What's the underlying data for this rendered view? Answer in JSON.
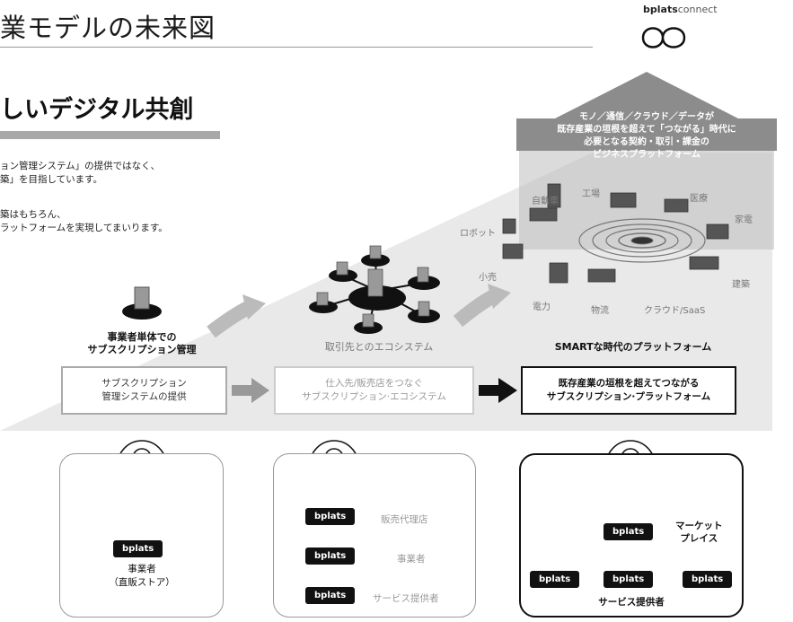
{
  "header": {
    "title": "業モデルの未来図",
    "logo_brand": "bplats",
    "logo_suffix": "connect"
  },
  "intro": {
    "subtitle": "しいデジタル共創",
    "line1": "ョン管理システム」の提供ではなく、",
    "line2": "築」を目指しています。",
    "line3": "築はもちろん、",
    "line4": "ラットフォームを実現してまいります。"
  },
  "big_arrow": {
    "line1": "モノ／通信／クラウド／データが",
    "line2": "既存産業の垣根を超えて「つながる」時代に",
    "line3": "必要となる契約・取引・課金の",
    "line4": "ビジネスプラットフォーム"
  },
  "industries": {
    "car": "自動車",
    "factory": "工場",
    "medical": "医療",
    "appliance": "家電",
    "robot": "ロボット",
    "retail": "小売",
    "power": "電力",
    "logistics": "物流",
    "cloud": "クラウド/SaaS",
    "construction": "建築"
  },
  "stages": [
    {
      "title_line1": "事業者単体での",
      "title_line2": "サブスクリプション管理",
      "box_line1": "サブスクリプション",
      "box_line2": "管理システムの提供"
    },
    {
      "title_line1": "取引先とのエコシステム",
      "title_line2": "",
      "box_line1": "仕入先/販売店をつなぐ",
      "box_line2": "サブスクリプション·エコシステム"
    },
    {
      "title_line1": "SMARTな時代のプラットフォーム",
      "title_line2": "",
      "box_line1": "既存産業の垣根を超えてつながる",
      "box_line2": "サブスクリプション·プラットフォーム"
    }
  ],
  "cards": {
    "card1": {
      "pill": "bplats",
      "caption_line1": "事業者",
      "caption_line2": "（直販ストア）"
    },
    "card2": {
      "pill": "bplats",
      "role1": "販売代理店",
      "role2": "事業者",
      "role3": "サービス提供者"
    },
    "card3": {
      "pill": "bplats",
      "market_line1": "マーケット",
      "market_line2": "プレイス",
      "caption": "サービス提供者"
    }
  }
}
